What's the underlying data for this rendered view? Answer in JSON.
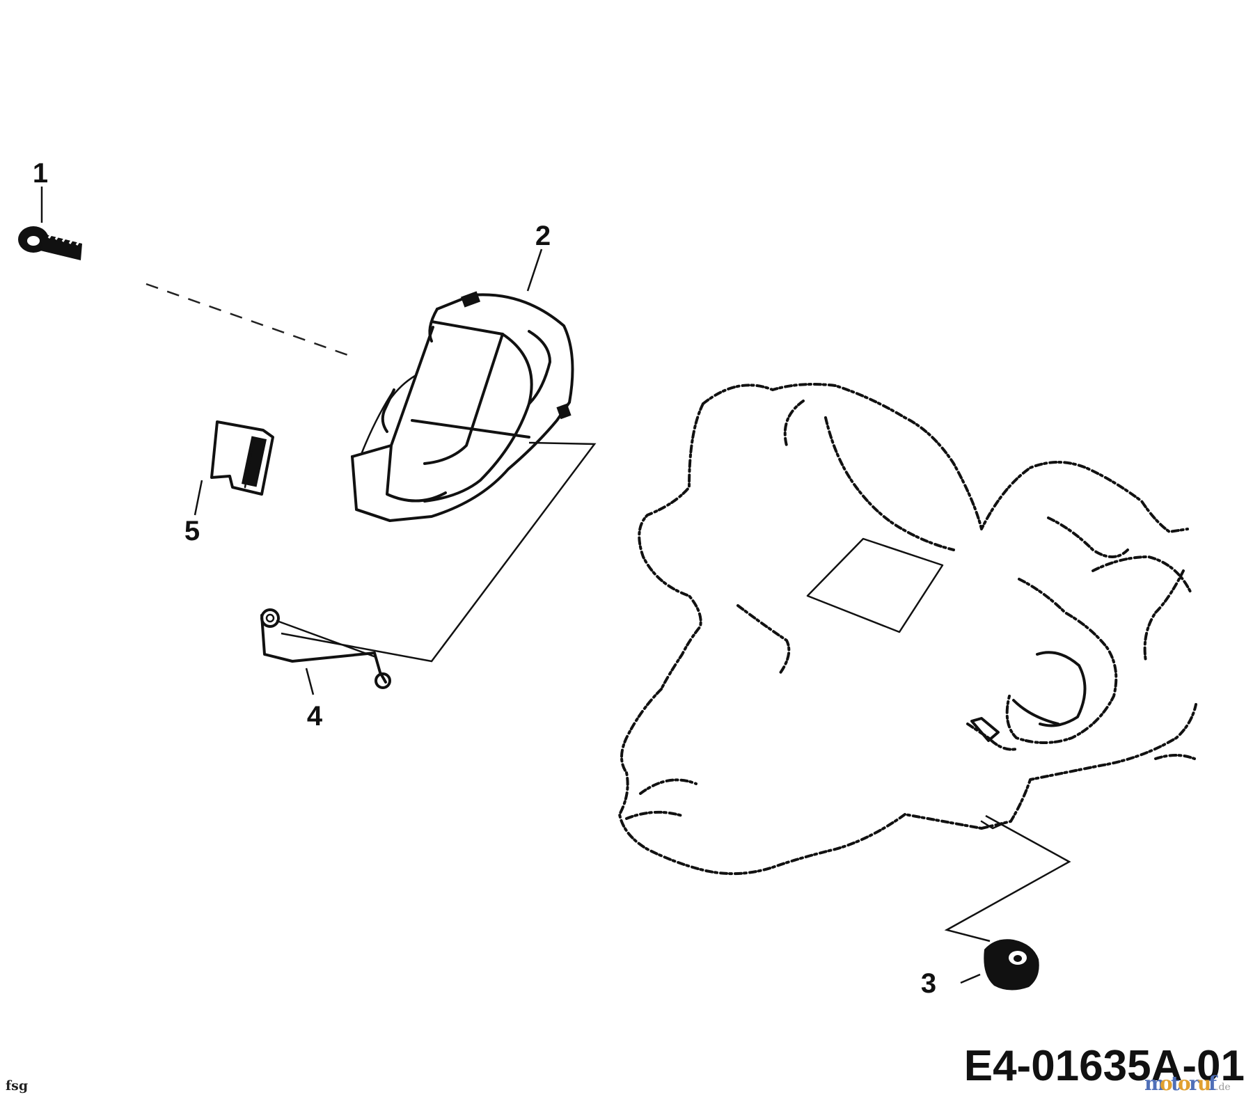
{
  "callouts": [
    {
      "id": "callout-1",
      "label": "1"
    },
    {
      "id": "callout-2",
      "label": "2"
    },
    {
      "id": "callout-3",
      "label": "3"
    },
    {
      "id": "callout-4",
      "label": "4"
    },
    {
      "id": "callout-5",
      "label": "5"
    }
  ],
  "diagram_id": "E4-01635A-01",
  "corner_code": "fsg",
  "watermark": {
    "main": "motoruf",
    "suffix": ".de"
  },
  "colors": {
    "ink": "#111111",
    "background": "#ffffff"
  }
}
